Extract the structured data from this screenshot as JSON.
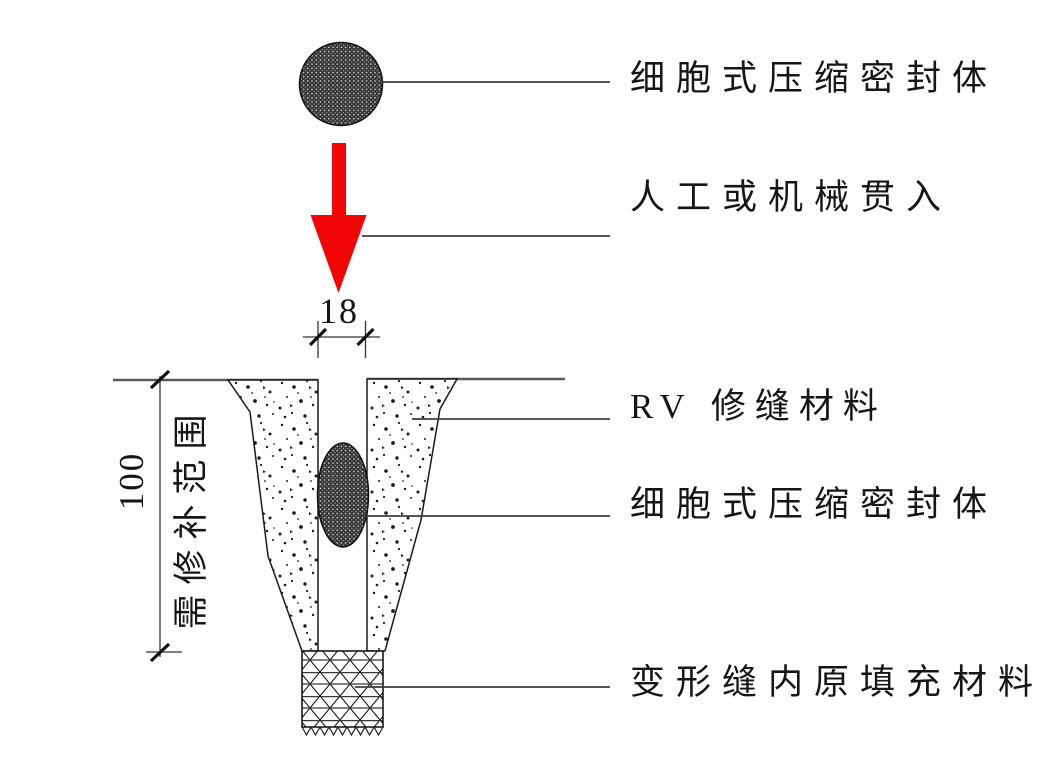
{
  "diagram": {
    "callouts": {
      "seal_product": "细胞式压缩密封体",
      "penetration": "人工或机械贯入",
      "rv_material": "RV 修缝材料",
      "seal_installed": "细胞式压缩密封体",
      "original_fill": "变形缝内原填充材料"
    },
    "dimensions": {
      "joint_width": "18",
      "repair_depth": "100",
      "repair_range": "需修补范围"
    },
    "colors": {
      "arrow_red": "#f20505",
      "line_gray": "#5a5a5a",
      "ink": "#141414",
      "seal_pattern_dark": "#353535",
      "background": "#ffffff"
    }
  }
}
